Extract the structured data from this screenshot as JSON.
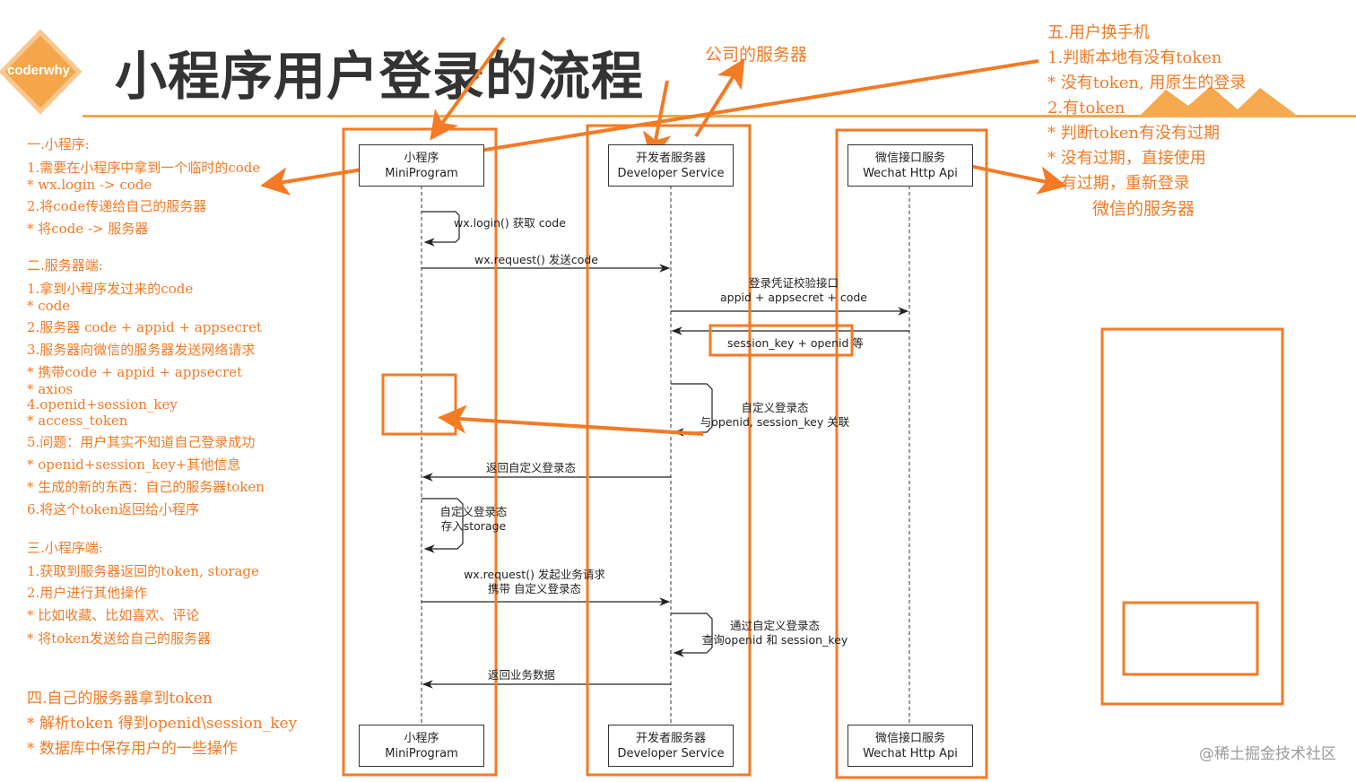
{
  "header": {
    "logo_text": "coderwhy",
    "title": "小程序用户登录的流程",
    "label_company_server": "公司的服务器",
    "label_wechat_server": "微信的服务器"
  },
  "left_notes": [
    "一.小程序:",
    "1.需要在小程序中拿到一个临时的code",
    "* wx.login -> code",
    "2.将code传递给自己的服务器",
    "* 将code -> 服务器",
    "二.服务器端:",
    "1.拿到小程序发过来的code",
    "* code",
    "2.服务器 code + appid + appsecret",
    "3.服务器向微信的服务器发送网络请求",
    "* 携带code + appid + appsecret",
    "* axios",
    "4.openid+session_key",
    "* access_token",
    "5.问题：用户其实不知道自己登录成功",
    "* openid+session_key+其他信息",
    "* 生成的新的东西：自己的服务器token",
    "6.将这个token返回给小程序",
    "三.小程序端:",
    "1.获取到服务器返回的token, storage",
    "2.用户进行其他操作",
    "* 比如收藏、比如喜欢、评论",
    "* 将token发送给自己的服务器",
    "四.自己的服务器拿到token",
    "* 解析token 得到openid\\session_key",
    "* 数据库中保存用户的一些操作"
  ],
  "right_notes": [
    "五.用户换手机",
    "1.判断本地有没有token",
    "* 没有token, 用原生的登录",
    "2.有token",
    "* 判断token有没有过期",
    "* 没有过期，直接使用",
    "* 有过期，重新登录"
  ],
  "participants": {
    "mini": {
      "line1": "小程序",
      "line2": "MiniProgram"
    },
    "dev": {
      "line1": "开发者服务器",
      "line2": "Developer Service"
    },
    "wx": {
      "line1": "微信接口服务",
      "line2": "Wechat Http Api"
    }
  },
  "messages": {
    "m1": "wx.login() 获取 code",
    "m2": "wx.request() 发送code",
    "m3a": "登录凭证校验接口",
    "m3b": "appid + appsecret + code",
    "m4": "session_key + openid 等",
    "m5a": "自定义登录态",
    "m5b": "与openid, session_key 关联",
    "m6": "返回自定义登录态",
    "m7a": "自定义登录态",
    "m7b": "存入storage",
    "m8a": "wx.request() 发起业务请求",
    "m8b": "携带 自定义登录态",
    "m9a": "通过自定义登录态",
    "m9b": "查询openid 和 session_key",
    "m10": "返回业务数据"
  },
  "watermark": "@稀土掘金技术社区",
  "colors": {
    "accent": "#f47a24",
    "line": "#333333",
    "text": "#222222"
  }
}
